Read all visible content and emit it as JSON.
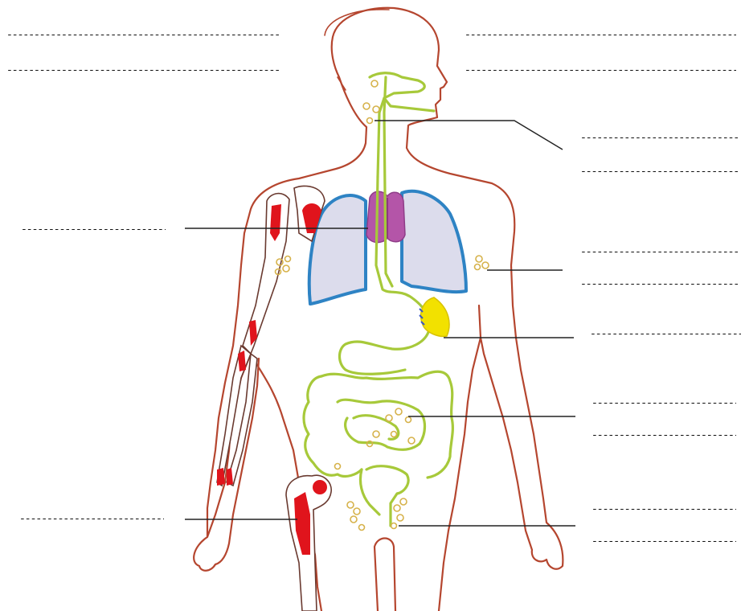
{
  "worksheet": {
    "title": "",
    "blank_text": "--------------------------------------------------------------------------------",
    "colors": {
      "body_outline": "#b5462f",
      "digestive_tract": "#a7c93a",
      "lungs_outline": "#2e83c4",
      "lungs_fill": "#dcdcec",
      "heart": "#b455a8",
      "liver": "#f2e100",
      "bone_marrow": "#e0141c",
      "lymph_nodes": "#e6c66a",
      "leader_line": "#222222"
    },
    "icons": [
      "human-body-outline",
      "lungs",
      "heart",
      "digestive-tract",
      "bone",
      "lymph-node"
    ]
  }
}
